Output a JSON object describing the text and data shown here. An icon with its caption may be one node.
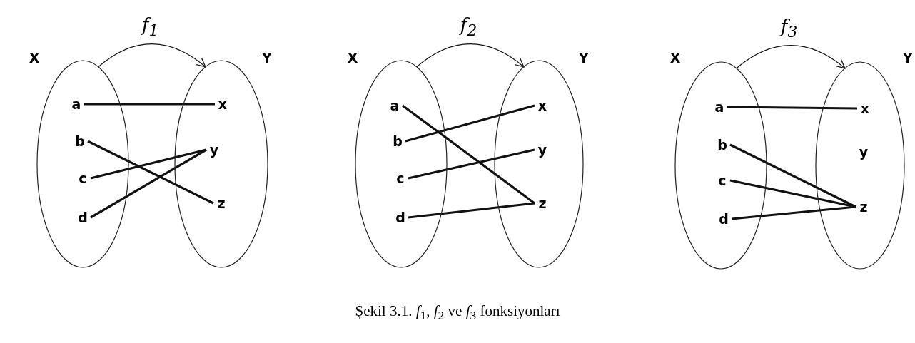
{
  "diagram": {
    "caption": "Şekil 3.1. *f*$_{1}$,  *f*$_{2}$ ve *f*$_{3}$ fonksiyonları",
    "nodes": [
      {
        "text": [
          "X"
        ]
      },
      {
        "text": [
          "a"
        ],
        "in": 0
      },
      {
        "text": [
          "b"
        ],
        "in": 0
      },
      {
        "text": [
          "c"
        ],
        "in": 0
      },
      {
        "text": [
          "d"
        ],
        "in": 0
      },
      {
        "text": [
          "Y"
        ]
      },
      {
        "text": [
          "x"
        ],
        "in": 5
      },
      {
        "text": [
          "y"
        ],
        "in": 5
      },
      {
        "text": [
          "z"
        ],
        "in": 5
      },
      {
        "text": [
          "X"
        ]
      },
      {
        "text": [
          "a"
        ],
        "in": 9
      },
      {
        "text": [
          "b"
        ],
        "in": 9
      },
      {
        "text": [
          "c"
        ],
        "in": 9
      },
      {
        "text": [
          "d"
        ],
        "in": 9
      },
      {
        "text": [
          "Y"
        ]
      },
      {
        "text": [
          "x"
        ],
        "in": 14
      },
      {
        "text": [
          "y"
        ],
        "in": 14
      },
      {
        "text": [
          "z"
        ],
        "in": 14
      },
      {
        "text": [
          "X"
        ]
      },
      {
        "text": [
          "a"
        ],
        "in": 18
      },
      {
        "text": [
          "b"
        ],
        "in": 18
      },
      {
        "text": [
          "c"
        ],
        "in": 18
      },
      {
        "text": [
          "d"
        ],
        "in": 18
      },
      {
        "text": [
          "Y"
        ]
      },
      {
        "text": [
          "x"
        ],
        "in": 23
      },
      {
        "text": [
          "y"
        ],
        "in": 23
      },
      {
        "text": [
          "z"
        ],
        "in": 23
      }
    ],
    "edges": [
      {
        "from": 0,
        "to": 5,
        "arrow": "to",
        "label": "f$_{1}$"
      },
      {
        "from": 1,
        "to": 6,
        "arrow": "none"
      },
      {
        "from": 2,
        "to": 8,
        "arrow": "none"
      },
      {
        "from": 3,
        "to": 7,
        "arrow": "none"
      },
      {
        "from": 4,
        "to": 7,
        "arrow": "none"
      },
      {
        "from": 9,
        "to": 14,
        "arrow": "to",
        "label": "f$_{2}$"
      },
      {
        "from": 10,
        "to": 17,
        "arrow": "none"
      },
      {
        "from": 11,
        "to": 15,
        "arrow": "none"
      },
      {
        "from": 12,
        "to": 16,
        "arrow": "none"
      },
      {
        "from": 13,
        "to": 17,
        "arrow": "none"
      },
      {
        "from": 18,
        "to": 23,
        "arrow": "to",
        "label": "f$_{3}$"
      },
      {
        "from": 19,
        "to": 24,
        "arrow": "none"
      },
      {
        "from": 20,
        "to": 26,
        "arrow": "none"
      },
      {
        "from": 21,
        "to": 26,
        "arrow": "none"
      },
      {
        "from": 22,
        "to": 26,
        "arrow": "none"
      }
    ]
  }
}
